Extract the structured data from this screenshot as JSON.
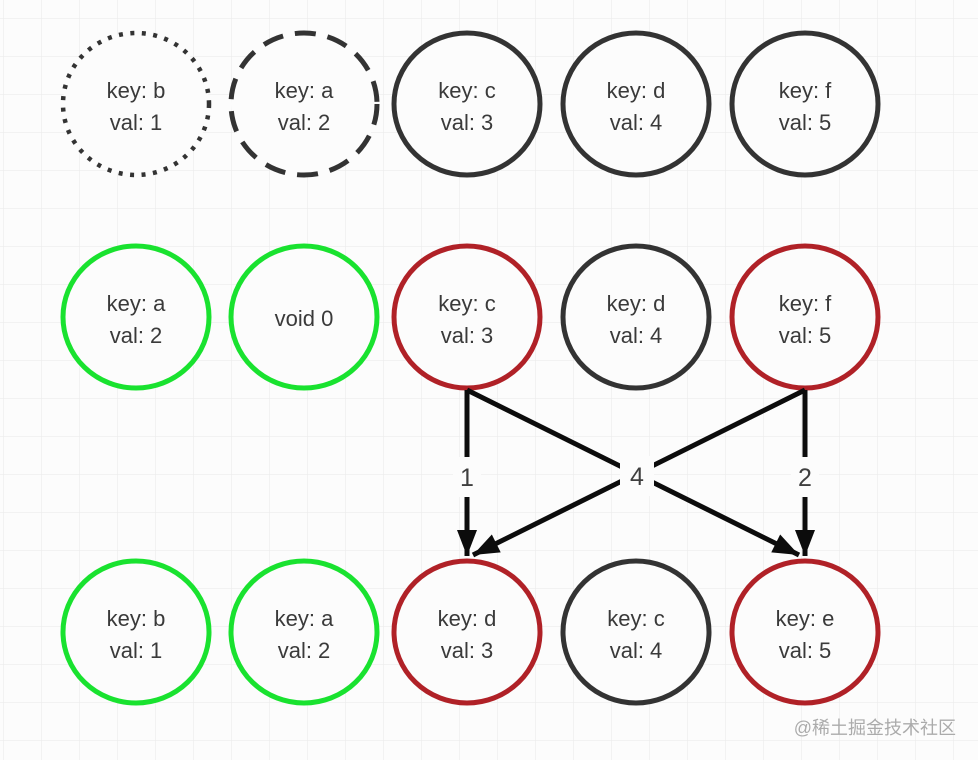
{
  "colors": {
    "dark": "#333333",
    "green": "#19e22f",
    "red": "#b02127",
    "arrow": "#0c0c0c",
    "grid_line": "#e9e9e9",
    "background": "#fcfcfc"
  },
  "rows": [
    {
      "name": "top-row",
      "nodes": [
        {
          "line1": "key: b",
          "line2": "val: 1",
          "style": "black-dotted"
        },
        {
          "line1": "key: a",
          "line2": "val: 2",
          "style": "black-dashed"
        },
        {
          "line1": "key: c",
          "line2": "val: 3",
          "style": "black-solid"
        },
        {
          "line1": "key: d",
          "line2": "val: 4",
          "style": "black-solid"
        },
        {
          "line1": "key: f",
          "line2": "val: 5",
          "style": "black-solid"
        }
      ]
    },
    {
      "name": "middle-row",
      "nodes": [
        {
          "line1": "key: a",
          "line2": "val: 2",
          "style": "green-solid"
        },
        {
          "line1": "void 0",
          "line2": "",
          "style": "green-solid"
        },
        {
          "line1": "key: c",
          "line2": "val: 3",
          "style": "red-solid"
        },
        {
          "line1": "key: d",
          "line2": "val: 4",
          "style": "black-solid"
        },
        {
          "line1": "key: f",
          "line2": "val: 5",
          "style": "red-solid"
        }
      ]
    },
    {
      "name": "bottom-row",
      "nodes": [
        {
          "line1": "key: b",
          "line2": "val: 1",
          "style": "green-solid"
        },
        {
          "line1": "key: a",
          "line2": "val: 2",
          "style": "green-solid"
        },
        {
          "line1": "key: d",
          "line2": "val: 3",
          "style": "red-solid"
        },
        {
          "line1": "key: c",
          "line2": "val: 4",
          "style": "black-solid"
        },
        {
          "line1": "key: e",
          "line2": "val: 5",
          "style": "red-solid"
        }
      ]
    }
  ],
  "arrows": {
    "left_label": "1",
    "cross_label": "4",
    "right_label": "2"
  },
  "watermark": "@稀土掘金技术社区"
}
